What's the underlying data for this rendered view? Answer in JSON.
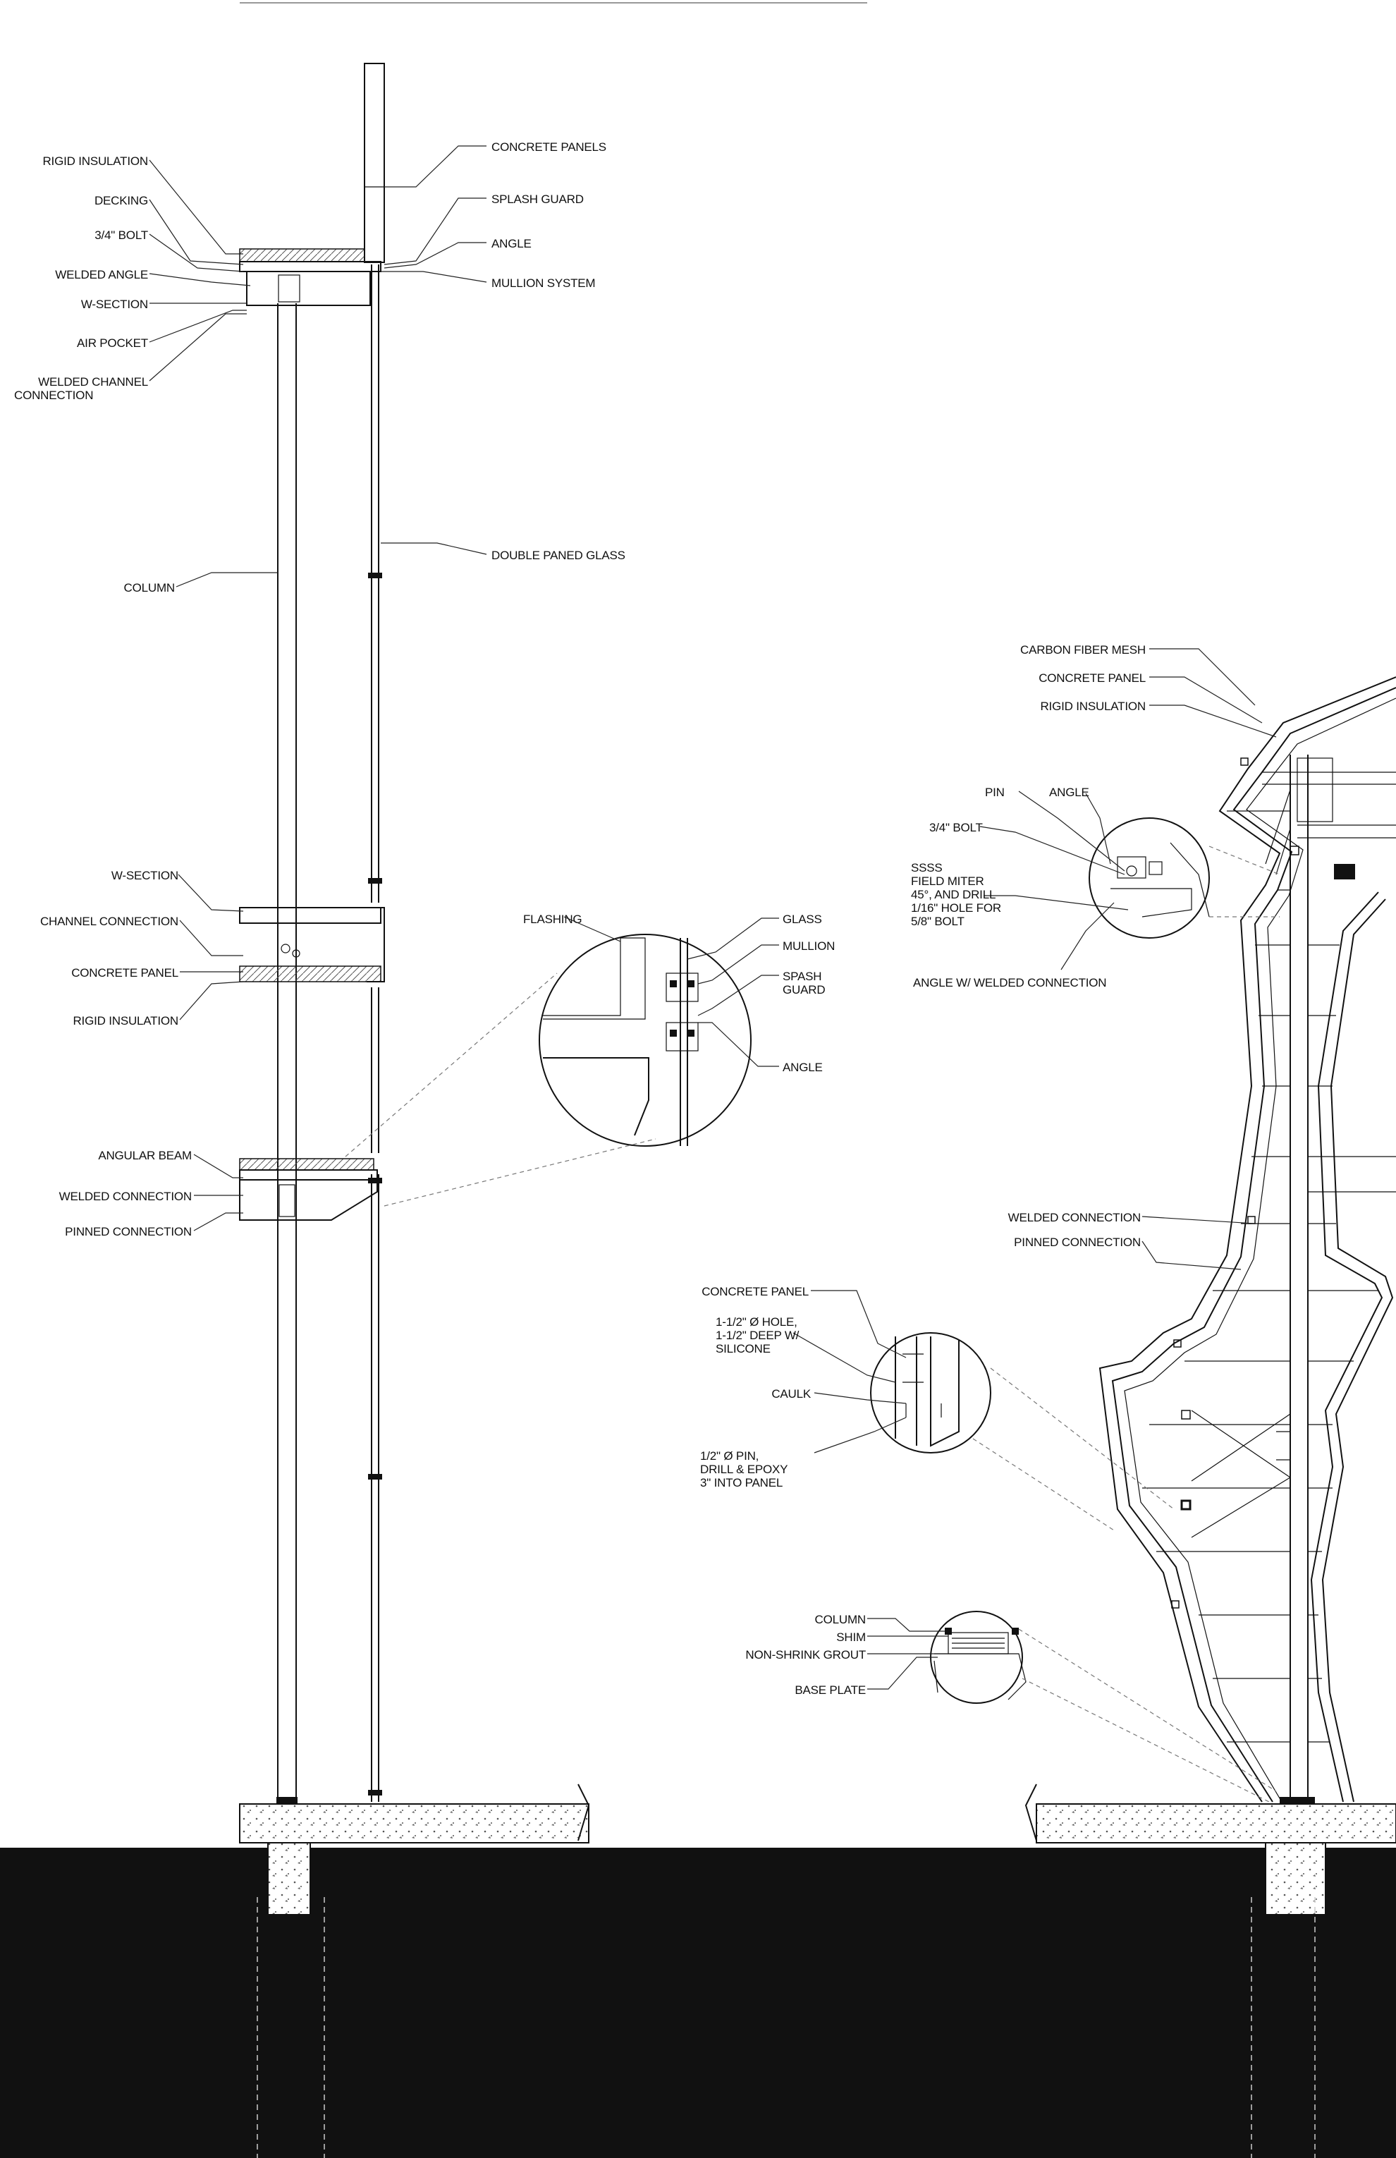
{
  "colors": {
    "ink": "#111111",
    "ground": "#000000",
    "paper": "#ffffff"
  },
  "wall_section": {
    "left_labels": {
      "rigid_insulation": "RIGID INSULATION",
      "decking": "DECKING",
      "bolt": "3/4\" BOLT",
      "welded_angle": "WELDED ANGLE",
      "w_section": "W-SECTION",
      "air_pocket": "AIR POCKET",
      "welded_channel_1": "WELDED CHANNEL",
      "welded_channel_2": "CONNECTION",
      "column": "COLUMN",
      "w_section_2": "W-SECTION",
      "channel_connection": "CHANNEL CONNECTION",
      "concrete_panel": "CONCRETE PANEL",
      "rigid_insulation_2": "RIGID INSULATION",
      "angular_beam": "ANGULAR BEAM",
      "welded_connection": "WELDED CONNECTION",
      "pinned_connection": "PINNED CONNECTION"
    },
    "right_labels": {
      "concrete_panels": "CONCRETE PANELS",
      "splash_guard": "SPLASH GUARD",
      "angle": "ANGLE",
      "mullion_system": "MULLION SYSTEM",
      "double_paned_glass": "DOUBLE PANED GLASS"
    },
    "detail_labels": {
      "flashing": "FLASHING",
      "glass": "GLASS",
      "mullion": "MULLION",
      "spash_1": "SPASH",
      "spash_2": "GUARD",
      "angle": "ANGLE"
    }
  },
  "facade_section": {
    "labels": {
      "carbon_fiber_mesh": "CARBON FIBER MESH",
      "concrete_panel": "CONCRETE PANEL",
      "rigid_insulation": "RIGID INSULATION",
      "pin": "PIN",
      "angle": "ANGLE",
      "bolt": "3/4\" BOLT",
      "ssss": "SSSS",
      "field_miter_1": "FIELD MITER",
      "field_miter_2": "45°, AND DRILL",
      "field_miter_3": "1/16\" HOLE FOR",
      "field_miter_4": "5/8\" BOLT",
      "angle_welded": "ANGLE W/ WELDED CONNECTION",
      "welded_connection": "WELDED CONNECTION",
      "pinned_connection": "PINNED CONNECTION",
      "concrete_panel_2": "CONCRETE PANEL",
      "hole_1": "1-1/2\" Ø HOLE,",
      "hole_2": "1-1/2\" DEEP W/",
      "hole_3": "SILICONE",
      "caulk": "CAULK",
      "pin_1": "1/2\" Ø PIN,",
      "pin_2": "DRILL & EPOXY",
      "pin_3": "3\" INTO PANEL",
      "column": "COLUMN",
      "shim": "SHIM",
      "non_shrink_grout": "NON-SHRINK GROUT",
      "base_plate": "BASE PLATE"
    }
  }
}
